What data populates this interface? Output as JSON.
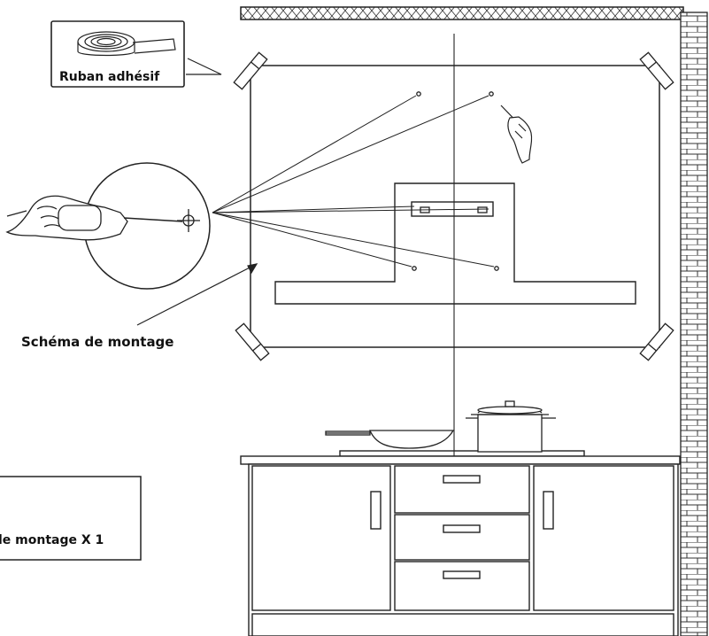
{
  "labels": {
    "tape": "Ruban adhésif",
    "template": "Schéma de montage",
    "template_count": "le montage X 1"
  }
}
